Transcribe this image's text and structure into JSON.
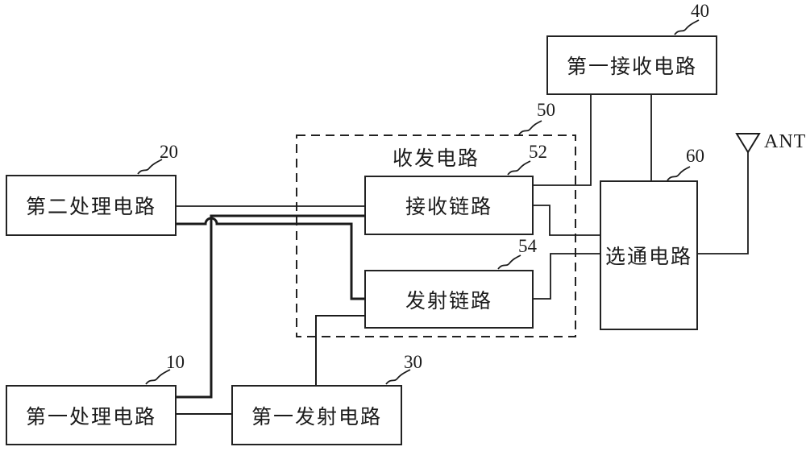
{
  "figure": {
    "colors": {
      "line": "#1b1b1b",
      "background": "#ffffff"
    },
    "blocks": {
      "b20": {
        "label": "第二处理电路",
        "ref": "20"
      },
      "b10": {
        "label": "第一处理电路",
        "ref": "10"
      },
      "b30": {
        "label": "第一发射电路",
        "ref": "30"
      },
      "b40": {
        "label": "第一接收电路",
        "ref": "40"
      },
      "b52": {
        "label": "接收链路",
        "ref": "52"
      },
      "b54": {
        "label": "发射链路",
        "ref": "54"
      },
      "b60": {
        "label": "选通电路",
        "ref": "60"
      }
    },
    "group": {
      "label": "收发电路",
      "ref": "50"
    },
    "antenna_label": "ANT"
  }
}
